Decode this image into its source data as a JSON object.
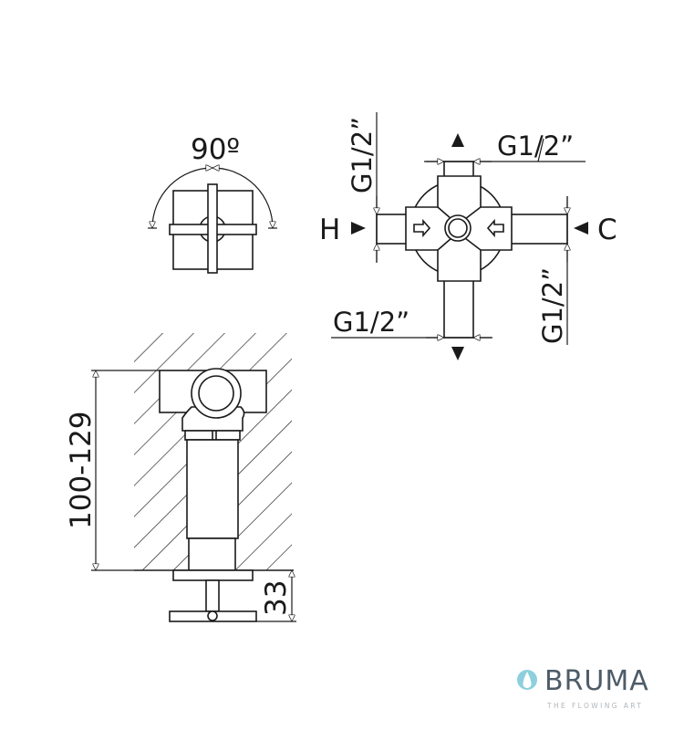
{
  "top_view": {
    "rotation_label": "90º"
  },
  "plan_view": {
    "top_thread": "G1/2”",
    "left_thread": "G1/2”",
    "right_thread": "G1/2”",
    "bottom_thread": "G1/2”",
    "hot_label": "H",
    "cold_label": "C"
  },
  "section_view": {
    "depth_range": "100-129",
    "handle_height": "33"
  },
  "logo": {
    "brand": "BRUMA",
    "tagline": "THE FLOWING ART",
    "color": "#8ecfdd"
  }
}
